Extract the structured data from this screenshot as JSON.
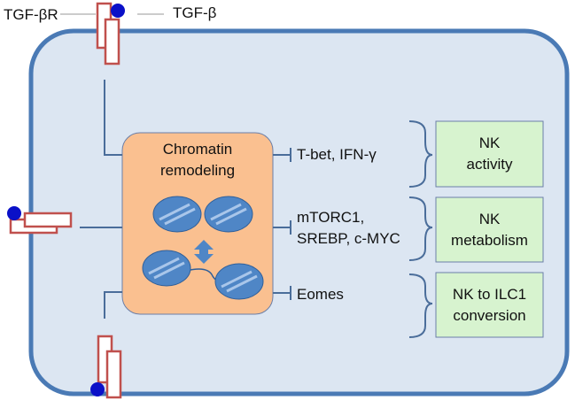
{
  "ligand_label": "TGF-β",
  "receptor_label": "TGF-βR",
  "remodeling": {
    "line1": "Chromatin",
    "line2": "remodeling"
  },
  "targets": [
    {
      "line1": "T-bet, IFN-γ",
      "line2": ""
    },
    {
      "line1": "mTORC1,",
      "line2": "SREBP, c-MYC"
    },
    {
      "line1": "Eomes",
      "line2": ""
    }
  ],
  "outcomes": [
    {
      "line1": "NK",
      "line2": "activity"
    },
    {
      "line1": "NK",
      "line2": "metabolism"
    },
    {
      "line1": "NK to ILC1",
      "line2": "conversion"
    }
  ],
  "colors": {
    "cell_fill": "#dce6f2",
    "cell_border": "#4a7ab5",
    "remodeling_fill": "#fac090",
    "outcome_fill": "#d7f3cf",
    "receptor_border": "#c0504d",
    "ligand": "#0a10c8",
    "line": "#4a6d9a"
  }
}
